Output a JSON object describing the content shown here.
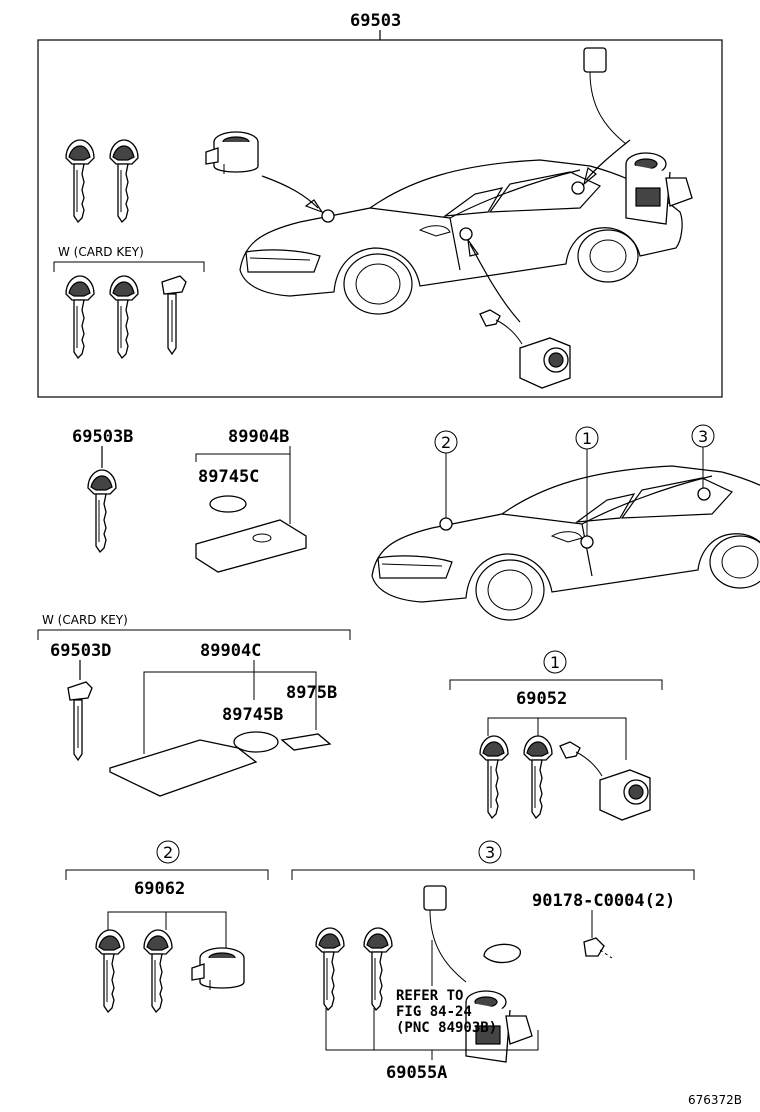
{
  "labels": {
    "main_assembly": "69503",
    "card_key_top": "W (CARD KEY)",
    "key_b": "69503B",
    "transmitter_b": "89904B",
    "battery_c": "89745C",
    "card_key_mid": "W (CARD KEY)",
    "key_d": "69503D",
    "card_c": "89904C",
    "part_8975b": "8975B",
    "battery_b": "89745B",
    "cyl_set_1": "69052",
    "cyl_set_2": "69062",
    "bolt": "90178-C0004(2)",
    "refer_line1": "REFER TO",
    "refer_line2": "FIG 84-24",
    "refer_line3": "(PNC 84903B)",
    "cyl_set_3": "69055A",
    "fig_id": "676372B"
  },
  "callouts": {
    "c1": "1",
    "c2": "2",
    "c3": "3"
  }
}
